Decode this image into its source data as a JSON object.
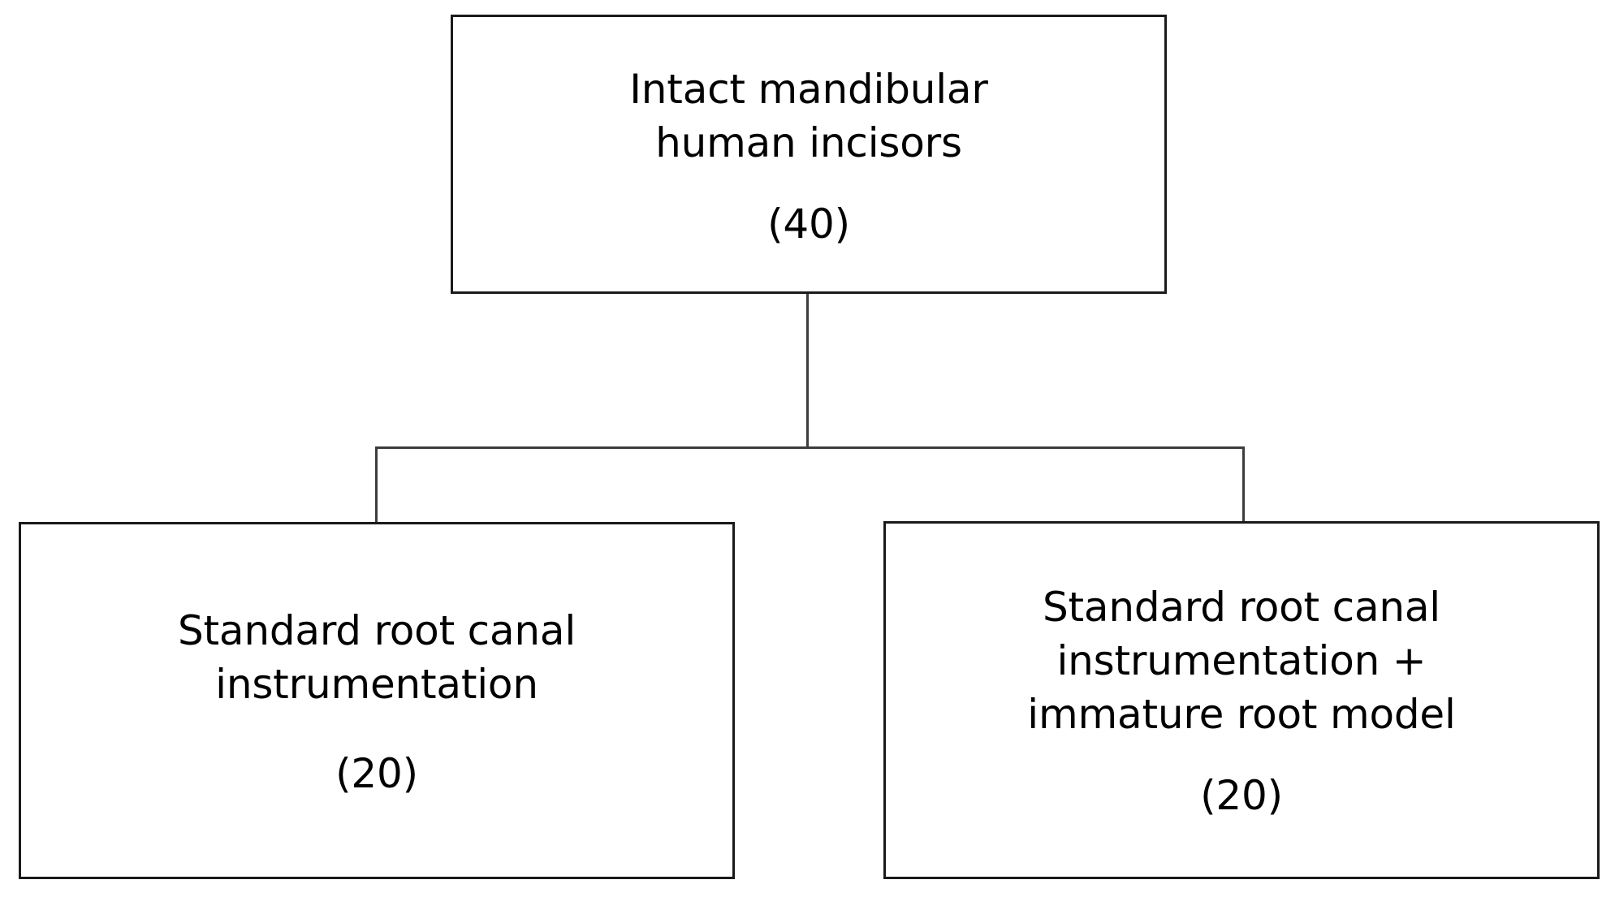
{
  "diagram": {
    "type": "flowchart",
    "orientation": "top-down",
    "background_color": "#ffffff",
    "box_border_color": "#1a1a1a",
    "connector_color": "#3d3d3d",
    "text_color": "#000000",
    "nodes": [
      {
        "id": "root",
        "title": "Intact mandibular\nhuman incisors",
        "count": "(40)"
      },
      {
        "id": "control",
        "title": "Standard root canal\ninstrumentation",
        "count": "(20)"
      },
      {
        "id": "experimental",
        "title": "Standard root canal\ninstrumentation +\nimmature root model",
        "count": "(20)"
      }
    ],
    "edges": [
      {
        "from": "root",
        "to": "control"
      },
      {
        "from": "root",
        "to": "experimental"
      }
    ]
  }
}
